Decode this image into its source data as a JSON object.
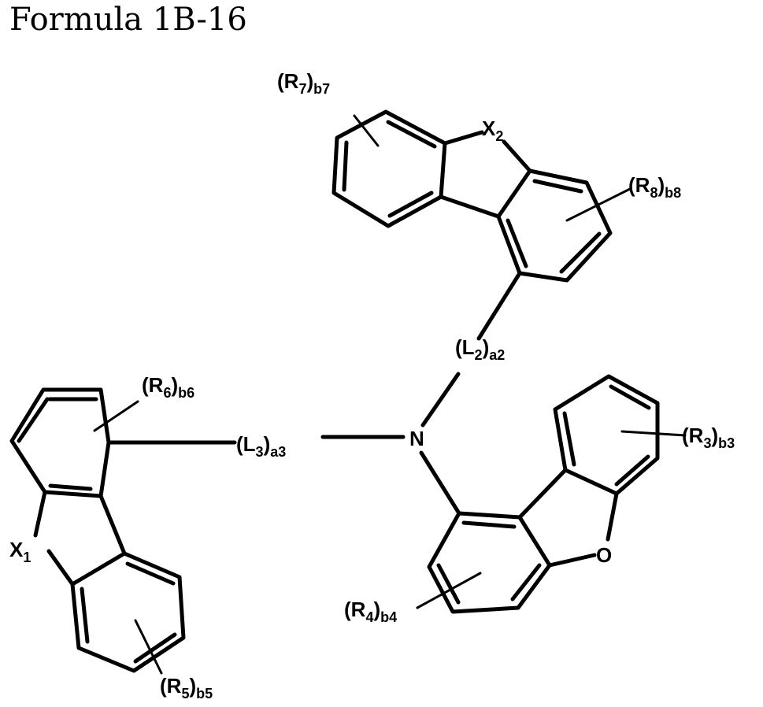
{
  "title": "Formula 1B-16",
  "atoms": {
    "n": "N",
    "o": "O"
  },
  "labels": {
    "x2": {
      "main": "X",
      "sub": "2"
    },
    "x1": {
      "main": "X",
      "sub": "1"
    },
    "r7": {
      "open": "(R",
      "idx": "7",
      "close": ")",
      "sub": "b7"
    },
    "r8": {
      "open": "(R",
      "idx": "8",
      "close": ")",
      "sub": "b8"
    },
    "r6": {
      "open": "(R",
      "idx": "6",
      "close": ")",
      "sub": "b6"
    },
    "r5": {
      "open": "(R",
      "idx": "5",
      "close": ")",
      "sub": "b5"
    },
    "r3": {
      "open": "(R",
      "idx": "3",
      "close": ")",
      "sub": "b3"
    },
    "r4": {
      "open": "(R",
      "idx": "4",
      "close": ")",
      "sub": "b4"
    },
    "l2": {
      "open": "(L",
      "idx": "2",
      "close": ")",
      "sub": "a2"
    },
    "l3": {
      "open": "(L",
      "idx": "3",
      "close": ")",
      "sub": "a3"
    }
  }
}
